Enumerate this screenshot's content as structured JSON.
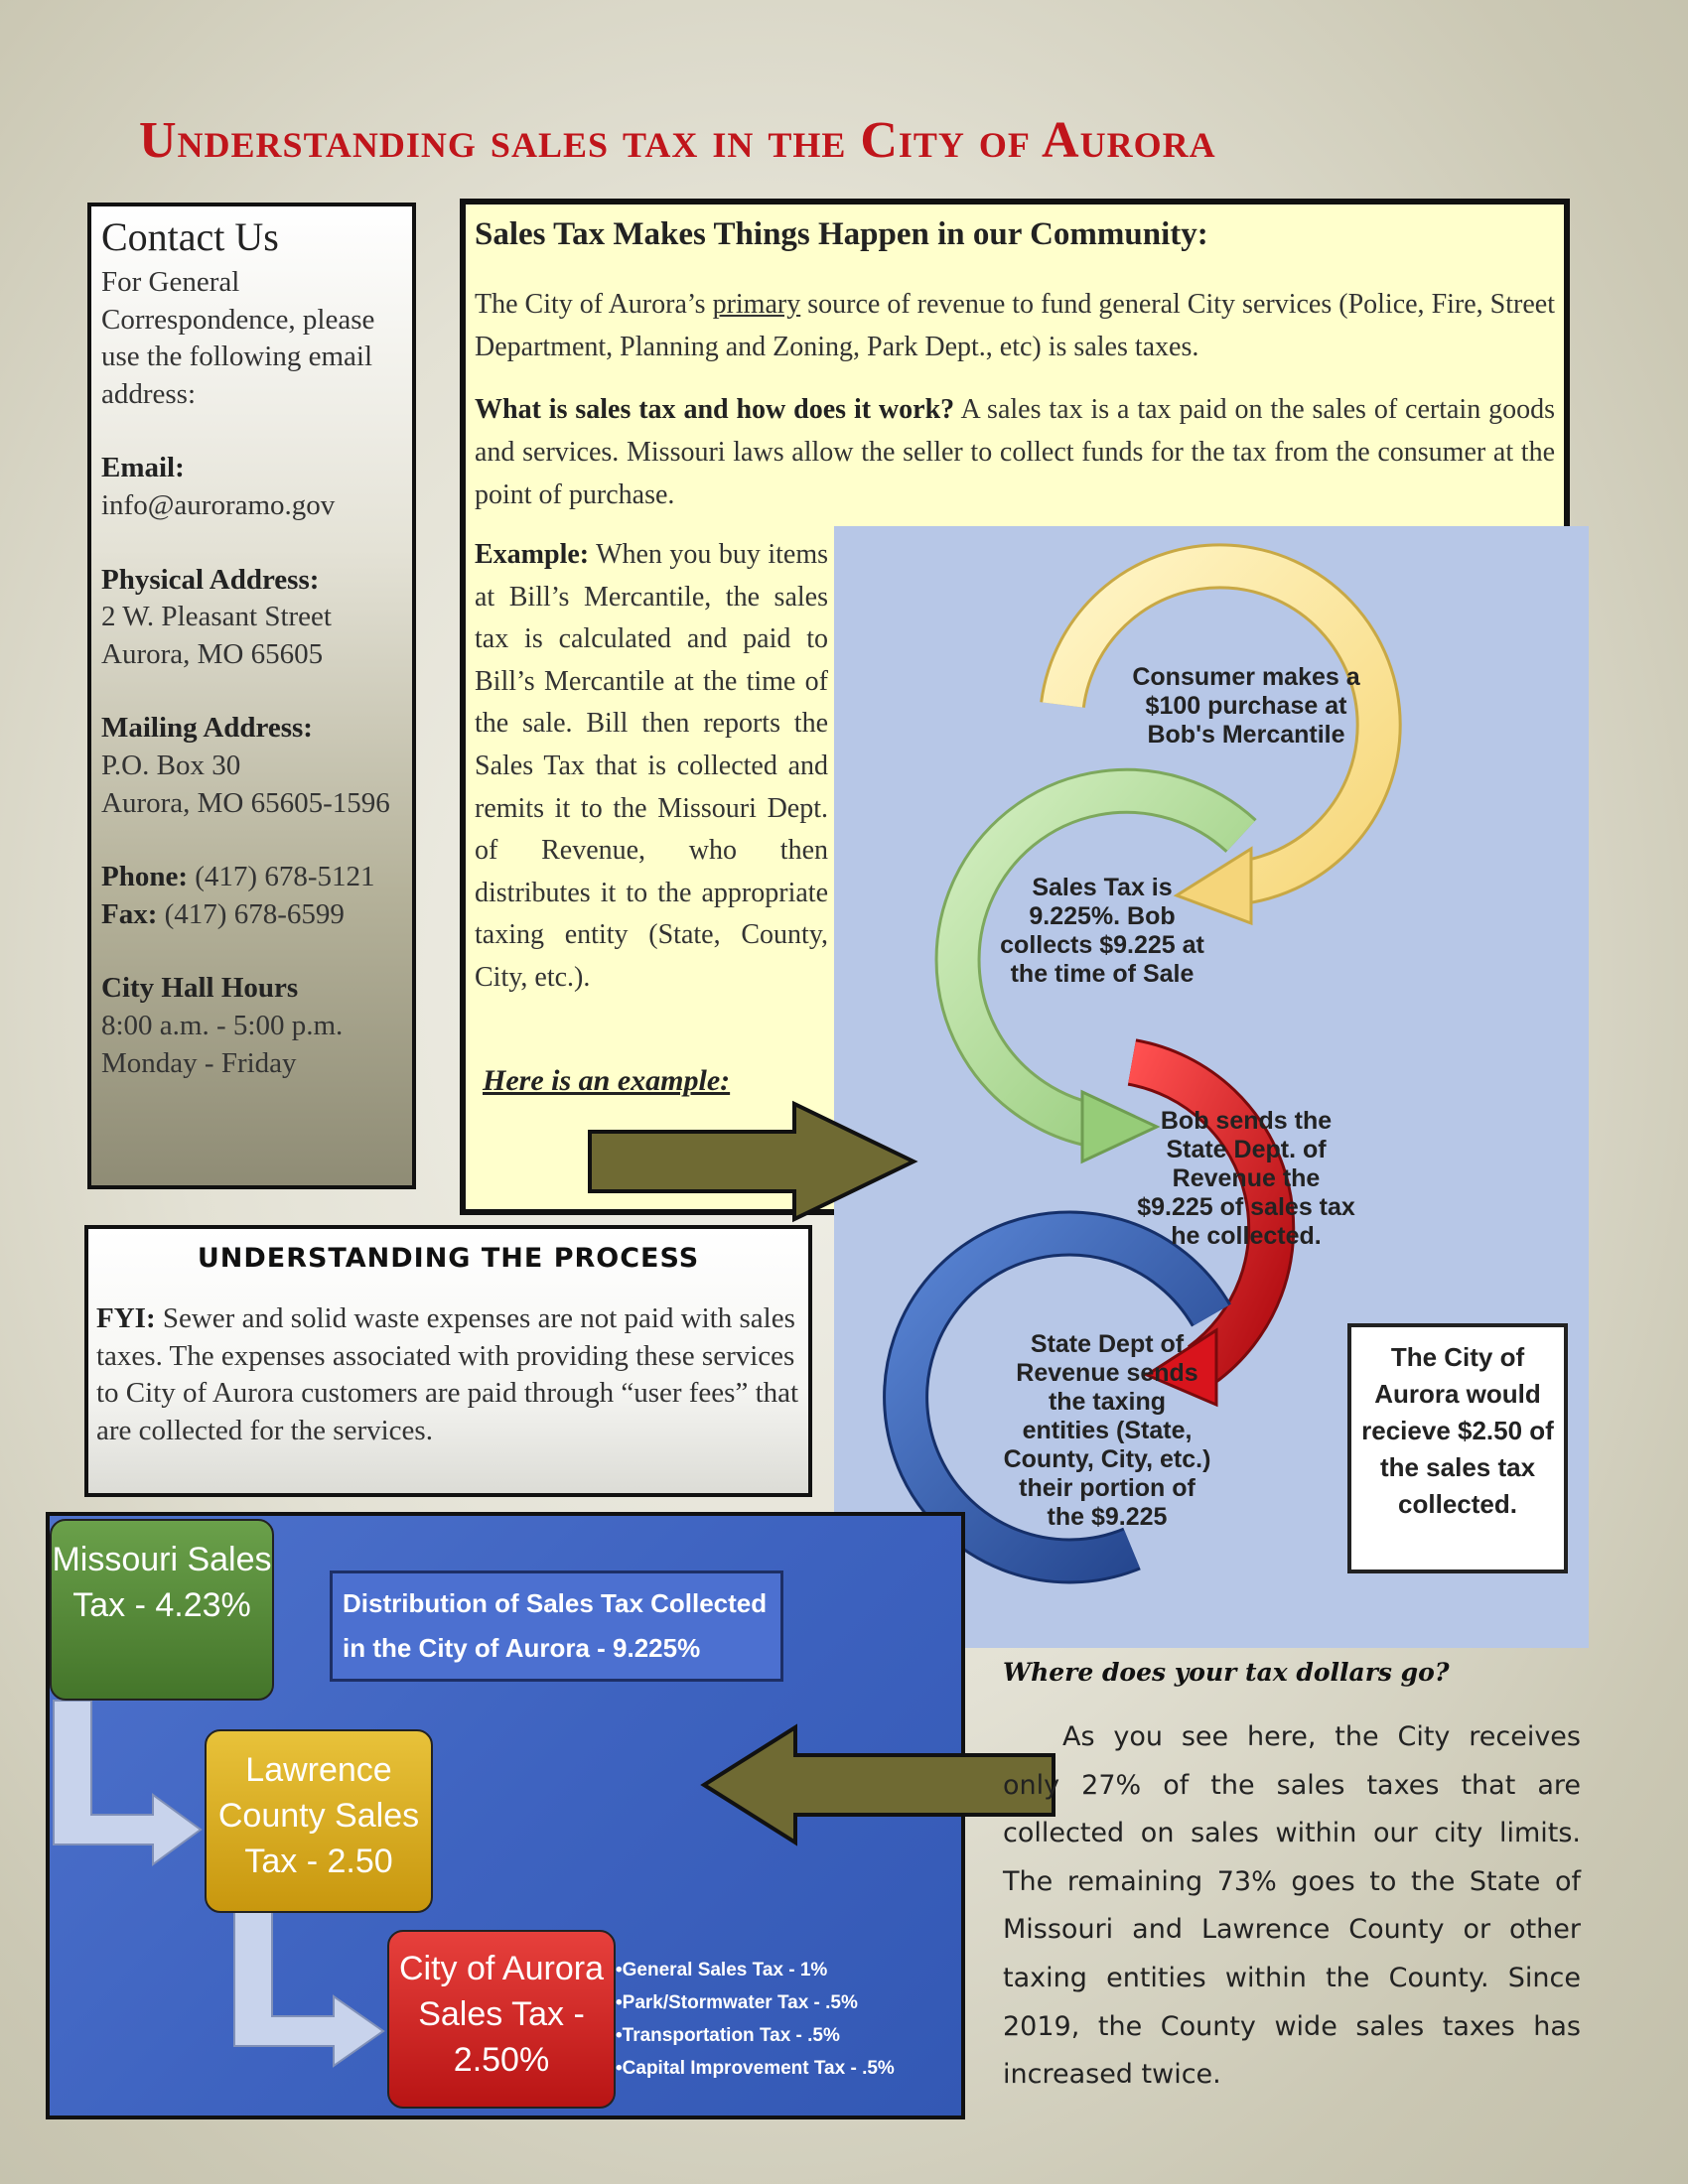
{
  "title": "Understanding sales tax in the City of Aurora",
  "contact": {
    "heading": "Contact Us",
    "intro": "For General Correspondence, please use the following email address:",
    "email_label": "Email:",
    "email": "info@auroramo.gov",
    "physical_label": "Physical Address:",
    "physical_line1": "2 W. Pleasant Street",
    "physical_line2": "Aurora, MO 65605",
    "mailing_label": "Mailing Address:",
    "mailing_line1": "P.O. Box 30",
    "mailing_line2": "Aurora, MO 65605-1596",
    "phone_label": "Phone:",
    "phone": "(417) 678-5121",
    "fax_label": "Fax:",
    "fax": "(417) 678-6599",
    "hours_label": "City Hall Hours",
    "hours_line1": "8:00 a.m. - 5:00 p.m.",
    "hours_line2": "Monday - Friday"
  },
  "intro": {
    "heading": "Sales Tax Makes Things Happen in our Community:",
    "p1_a": "The City of Aurora’s ",
    "p1_u": "primary",
    "p1_b": " source of revenue to fund general City services (Police, Fire, Street Department, Planning and Zoning, Park Dept., etc) is sales taxes.",
    "p2_bold": "What is sales tax and how does it work?",
    "p2_text": " A sales tax is a tax paid on the sales of certain goods and services. Missouri laws allow the seller to collect funds for the tax from the consumer at the point of purchase.",
    "p3_bold": "Example:",
    "p3_text": "  When you buy items at Bill’s Mercantile, the sales tax is calculated and paid to Bill’s Mercantile at the time of the sale.  Bill then reports the Sales Tax that is collected and remits it to the Missouri Dept. of Revenue, who then distributes it to the appropriate taxing entity (State, County, City, etc.).",
    "here_link": "Here is an example:"
  },
  "process": {
    "heading": "UNDERSTANDING THE PROCESS",
    "fyi_label": "FYI:",
    "fyi_text": " Sewer and solid waste expenses are not paid with sales taxes.  The expenses associated with providing these services to City of Aurora customers are paid through “user fees” that are collected for the services."
  },
  "cycle": {
    "step1": "Consumer makes a $100 purchase at Bob's Mercantile",
    "step2": "Sales Tax is 9.225%.  Bob collects $9.225 at the time of Sale",
    "step3": "Bob sends the State Dept. of Revenue the $9.225 of sales tax he collected.",
    "step4": "State Dept of Revenue sends the taxing entities (State, County, City, etc.) their portion of the $9.225",
    "city_receives": "The City of Aurora would recieve $2.50 of the sales tax collected.",
    "colors": {
      "yellow": "#fde79a",
      "green": "#a9d98c",
      "red": "#d8141c",
      "blue": "#2f5aa8"
    }
  },
  "distribution": {
    "label": "Distribution of Sales Tax Collected in the City of Aurora - 9.225%",
    "missouri": "Missouri Sales Tax - 4.23%",
    "lawrence": "Lawrence County Sales Tax - 2.50",
    "city": "City of Aurora Sales Tax - 2.50%",
    "city_breakdown": [
      "•General Sales Tax - 1%",
      "•Park/Stormwater Tax - .5%",
      "•Transportation  Tax - .5%",
      "•Capital Improvement Tax - .5%"
    ]
  },
  "where": {
    "heading": "Where does your tax dollars go?",
    "text": "As you see here, the City receives only 27% of the sales taxes that are collected on sales within our city limits.  The remaining 73% goes to the State of Missouri and Lawrence County or other taxing entities within the County.  Since 2019, the County wide sales taxes has increased twice."
  }
}
